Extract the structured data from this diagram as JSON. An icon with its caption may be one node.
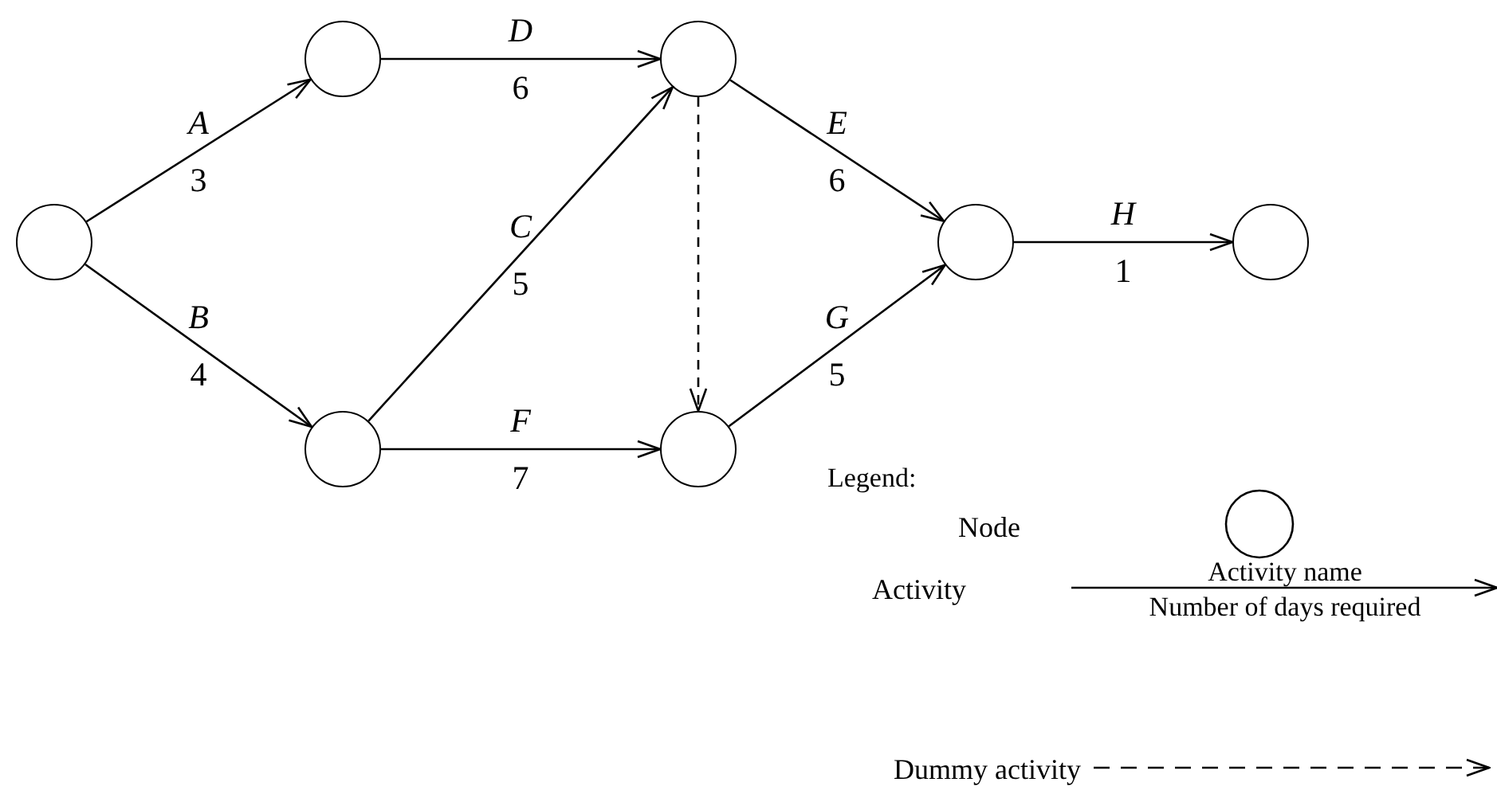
{
  "diagram": {
    "nodes": [
      {
        "text": [],
        "shape": "circle"
      },
      {
        "text": [],
        "shape": "circle"
      },
      {
        "text": [],
        "shape": "circle"
      },
      {
        "text": [],
        "shape": "circle"
      },
      {
        "text": [],
        "shape": "circle"
      },
      {
        "text": [],
        "shape": "circle"
      },
      {
        "text": [],
        "shape": "circle"
      }
    ],
    "edges": [
      {
        "from": 0,
        "to": 1,
        "arrow": "to",
        "label": "*A* 3"
      },
      {
        "from": 0,
        "to": 3,
        "arrow": "to",
        "label": "*B* 4"
      },
      {
        "from": 1,
        "to": 2,
        "arrow": "to",
        "label": "*D* 6"
      },
      {
        "from": 3,
        "to": 2,
        "arrow": "to",
        "label": "*C* 5"
      },
      {
        "from": 3,
        "to": 4,
        "arrow": "to",
        "label": "*F* 7"
      },
      {
        "from": 2,
        "to": 4,
        "arrow": "to",
        "style": "dashed"
      },
      {
        "from": 2,
        "to": 5,
        "arrow": "to",
        "label": "*E* 6"
      },
      {
        "from": 4,
        "to": 5,
        "arrow": "to",
        "label": "*G* 5"
      },
      {
        "from": 5,
        "to": 6,
        "arrow": "to",
        "label": "*H* 1"
      }
    ],
    "labels": [
      "Legend:",
      "Activity name",
      "Number of days required"
    ],
    "legend": [
      {
        "text": "Node"
      },
      {
        "text": "Activity"
      },
      {
        "text": "Dummy activity"
      }
    ]
  }
}
